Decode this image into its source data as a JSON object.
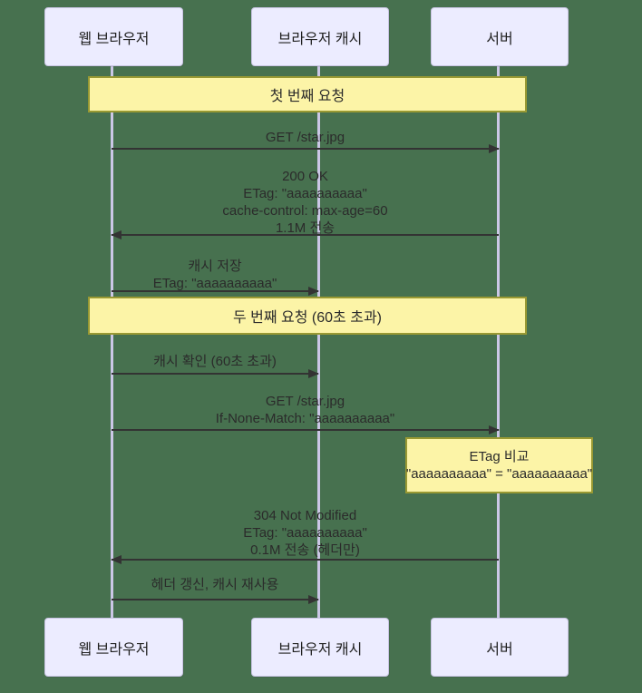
{
  "colors": {
    "background": "#47714f",
    "actor_fill": "#ececff",
    "actor_border": "#c8c4e2",
    "lifeline": "#cbc7e6",
    "band_fill": "#fcf4a7",
    "band_border": "#999933",
    "arrow": "#333333",
    "text": "#2b2b2b"
  },
  "actors": [
    {
      "label": "웹 브라우저"
    },
    {
      "label": "브라우저 캐시"
    },
    {
      "label": "서버"
    }
  ],
  "bands": [
    {
      "label": "첫 번째 요청"
    },
    {
      "label": "두 번째 요청 (60초 초과)"
    }
  ],
  "messages": [
    {
      "from": "웹 브라우저",
      "to": "서버",
      "lines": [
        "GET /star.jpg"
      ]
    },
    {
      "from": "서버",
      "to": "웹 브라우저",
      "lines": [
        "200 OK",
        "ETag: \"aaaaaaaaaa\"",
        "cache-control: max-age=60",
        "1.1M 전송"
      ]
    },
    {
      "from": "웹 브라우저",
      "to": "브라우저 캐시",
      "lines": [
        "캐시 저장",
        "ETag: \"aaaaaaaaaa\""
      ]
    },
    {
      "from": "웹 브라우저",
      "to": "브라우저 캐시",
      "lines": [
        "캐시 확인 (60초 초과)"
      ]
    },
    {
      "from": "웹 브라우저",
      "to": "서버",
      "lines": [
        "GET /star.jpg",
        "If-None-Match: \"aaaaaaaaaa\""
      ]
    },
    {
      "from": "서버",
      "to": "웹 브라우저",
      "lines": [
        "304 Not Modified",
        "ETag: \"aaaaaaaaaa\"",
        "0.1M 전송 (헤더만)"
      ]
    },
    {
      "from": "웹 브라우저",
      "to": "브라우저 캐시",
      "lines": [
        "헤더 갱신, 캐시 재사용"
      ]
    }
  ],
  "note": {
    "lines": [
      "ETag 비교",
      "\"aaaaaaaaaa\" = \"aaaaaaaaaa\""
    ]
  }
}
